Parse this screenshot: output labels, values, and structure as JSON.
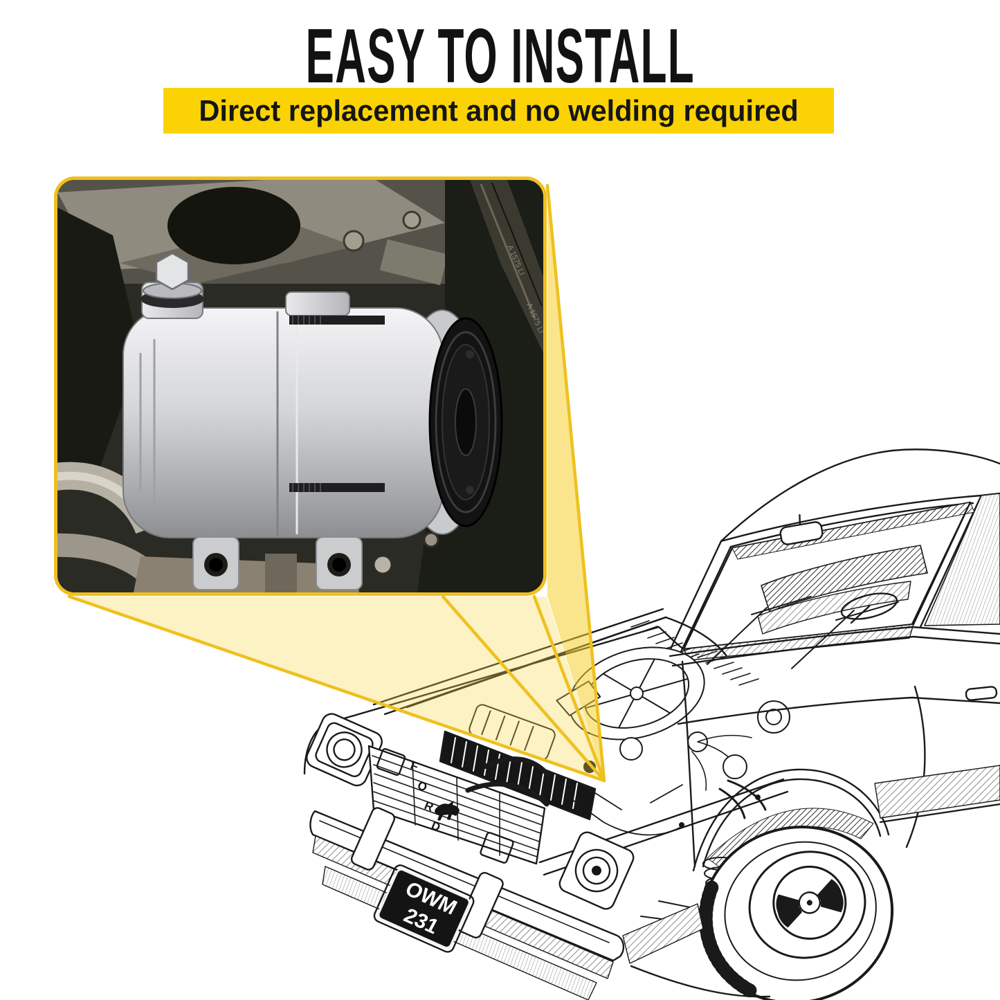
{
  "header": {
    "title": "EASY TO INSTALL",
    "banner": "Direct replacement and no welding required"
  },
  "colors": {
    "banner_yellow": "#fbd304",
    "beam_gold": "#efc01e",
    "beam_fill_light": "rgba(245,214,70,0.32)",
    "beam_fill_strong": "rgba(245,208,45,0.55)",
    "line_ink": "#1a1a1a",
    "plate_black": "#141414",
    "compressor_silver": "#d4d5d8"
  },
  "car_illustration": {
    "license_plate": {
      "line1": "OWM",
      "line2": "231"
    },
    "hood_letters": [
      "F",
      "O",
      "R",
      "D"
    ]
  },
  "inset_photo": {
    "belt_marking": "A 1575 LI"
  }
}
